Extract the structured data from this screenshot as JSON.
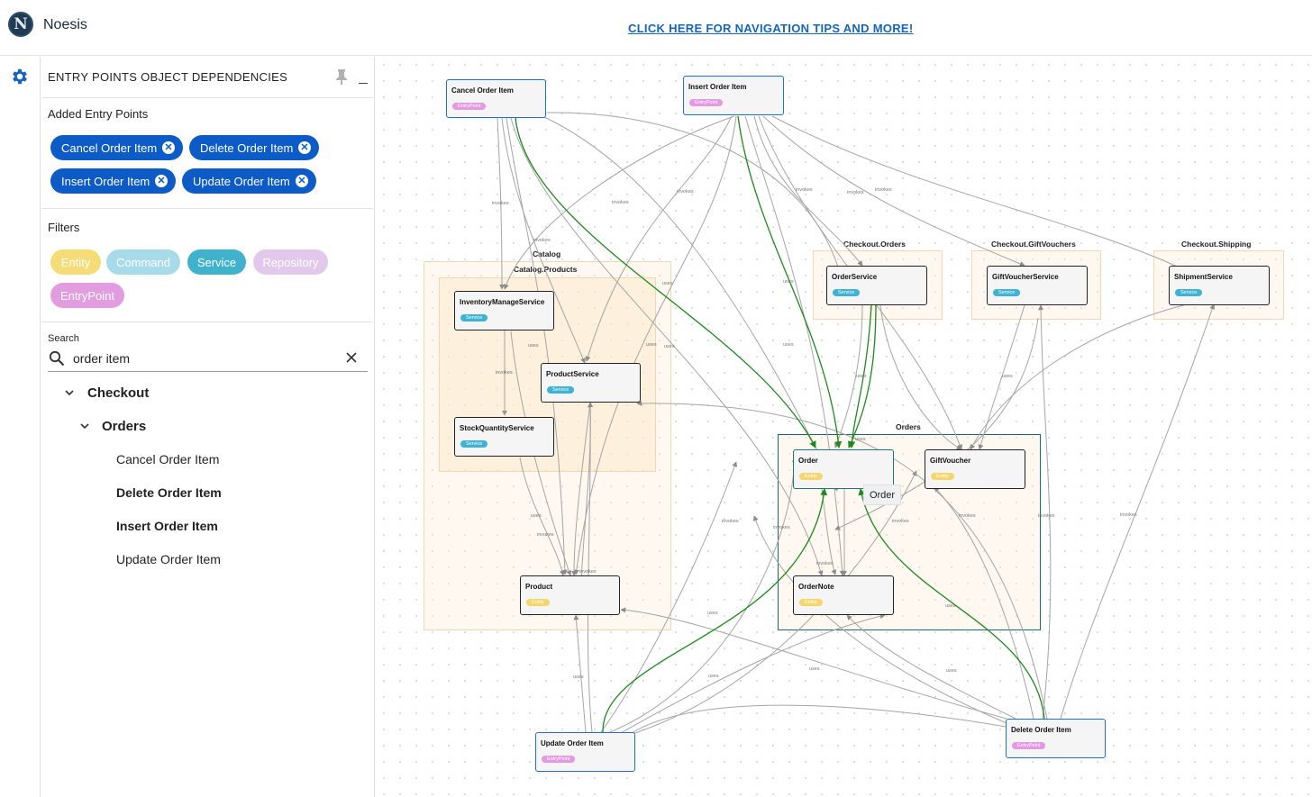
{
  "app": {
    "name": "Noesis",
    "logo_letter": "N",
    "nav_link": "CLICK HERE FOR NAVIGATION TIPS AND MORE!"
  },
  "panel": {
    "title": "ENTRY POINTS OBJECT DEPENDENCIES",
    "added_label": "Added Entry Points",
    "entry_chips": [
      "Cancel Order Item",
      "Delete Order Item",
      "Insert Order Item",
      "Update Order Item"
    ],
    "filters_label": "Filters",
    "filters": [
      {
        "label": "Entity",
        "color": "#f6dc77"
      },
      {
        "label": "Command",
        "color": "#a8dbe9"
      },
      {
        "label": "Service",
        "color": "#41b2cc"
      },
      {
        "label": "Repository",
        "color": "#e2c9ec"
      },
      {
        "label": "EntryPoint",
        "color": "#e19de0"
      }
    ],
    "search_label": "Search",
    "search_value": "order item",
    "tree": {
      "level1": "Checkout",
      "level2": "Orders",
      "items": [
        {
          "label": "Cancel Order Item",
          "bold": false
        },
        {
          "label": "Delete Order Item",
          "bold": true
        },
        {
          "label": "Insert Order Item",
          "bold": true
        },
        {
          "label": "Update Order Item",
          "bold": false
        }
      ]
    }
  },
  "graph": {
    "groups": {
      "catalog": "Catalog",
      "catalog_products": "Catalog.Products",
      "checkout_orders": "Checkout.Orders",
      "checkout_giftvouchers": "Checkout.GiftVouchers",
      "checkout_shipping": "Checkout.Shipping",
      "orders": "Orders"
    },
    "nodes": {
      "cancel": {
        "name": "Cancel Order Item",
        "badge": "EntryPoint"
      },
      "insert": {
        "name": "Insert Order Item",
        "badge": "EntryPoint"
      },
      "update": {
        "name": "Update Order Item",
        "badge": "EntryPoint"
      },
      "delete": {
        "name": "Delete Order Item",
        "badge": "EntryPoint"
      },
      "inventory": {
        "name": "InventoryManageService",
        "badge": "Service"
      },
      "product_service": {
        "name": "ProductService",
        "badge": "Service"
      },
      "stock": {
        "name": "StockQuantityService",
        "badge": "Service"
      },
      "product": {
        "name": "Product",
        "badge": "Entity"
      },
      "order_service": {
        "name": "OrderService",
        "badge": "Service"
      },
      "giftvoucher_service": {
        "name": "GiftVoucherService",
        "badge": "Service"
      },
      "shipment_service": {
        "name": "ShipmentService",
        "badge": "Service"
      },
      "order": {
        "name": "Order",
        "badge": "Entity"
      },
      "giftvoucher": {
        "name": "GiftVoucher",
        "badge": "Entity"
      },
      "ordernote": {
        "name": "OrderNote",
        "badge": "Entity"
      }
    },
    "edge_labels": {
      "invokes": "invokes",
      "uses": "uses"
    },
    "tooltip": "Order",
    "colors": {
      "edge": "#9a9a9a",
      "highlight": "#1e8a1e",
      "entrypoint_border": "#1d6fd6"
    }
  }
}
